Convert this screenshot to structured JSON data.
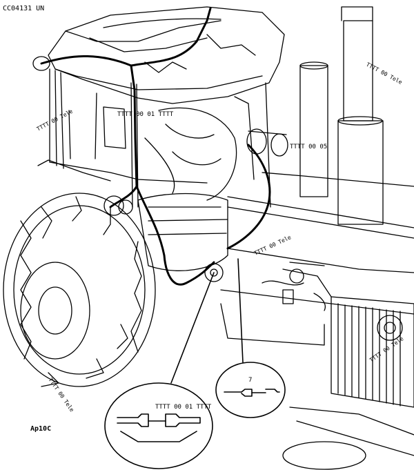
{
  "header": {
    "figure_id": "CC04131 UN"
  },
  "callouts": [
    {
      "id": "c1",
      "text": "TTTT 00 01 TTTT"
    },
    {
      "id": "c2",
      "text": "TTTT 00 05"
    },
    {
      "id": "c3",
      "text": "TTTT 00 01 TTTT"
    },
    {
      "id": "c4",
      "text": "TTTT 00 Tele"
    },
    {
      "id": "c5",
      "text": "TTTT 00 Tele"
    },
    {
      "id": "c6",
      "text": "TTTT 00 Tele"
    },
    {
      "id": "c7",
      "text": "TTTT 00 Tele"
    },
    {
      "id": "c8",
      "text": "TTTT 00 Tele"
    }
  ],
  "inset_right": {
    "number": "7"
  },
  "corner_code": "Ap10C",
  "colors": {
    "line": "#000000",
    "background": "#ffffff"
  }
}
